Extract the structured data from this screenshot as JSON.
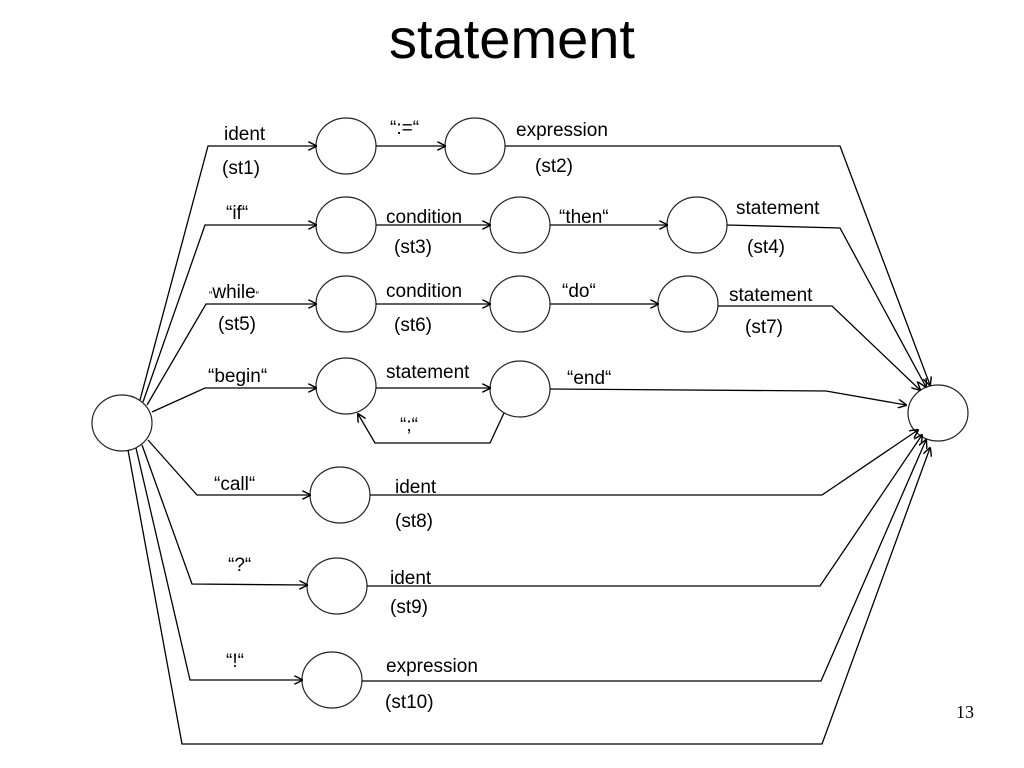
{
  "title": "statement",
  "page_number": "13",
  "labels": {
    "r1_token": "ident",
    "r1_tag": "(st1)",
    "r1_op": "“:=“",
    "r1_expr": "expression",
    "r1_tag2": "(st2)",
    "r2_token": "“if“",
    "r2_cond": "condition",
    "r2_tag": "(st3)",
    "r2_then": "“then“",
    "r2_stmt": "statement",
    "r2_tag2": "(st4)",
    "r3_open": "“",
    "r3_token": "while",
    "r3_close": "“",
    "r3_tag": "(st5)",
    "r3_cond": "condition",
    "r3_tag2": "(st6)",
    "r3_do": "“do“",
    "r3_stmt": "statement",
    "r3_tag3": "(st7)",
    "r4_token": "“begin“",
    "r4_stmt": "statement",
    "r4_end": "“end“",
    "r4_sep": "“;“",
    "r5_token": "“call“",
    "r5_ident": "ident",
    "r5_tag": "(st8)",
    "r6_token": "“?“",
    "r6_ident": "ident",
    "r6_tag": "(st9)",
    "r7_token": "“!“",
    "r7_expr": "expression",
    "r7_tag": "(st10)"
  }
}
